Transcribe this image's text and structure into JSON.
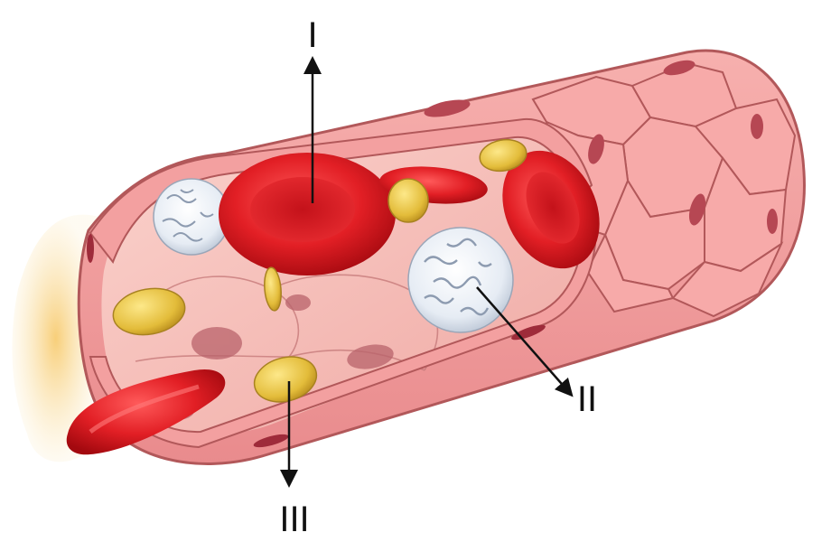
{
  "labels": {
    "label_1": "I",
    "label_2": "II",
    "label_3": "III"
  },
  "colors": {
    "vessel_wall": "#f4a7a7",
    "vessel_outline": "#b2585a",
    "vessel_inner": "#f9c6c2",
    "cell_nucleus": "#b64753",
    "red_blood_cell": "#e21f25",
    "red_blood_cell_dark": "#a3090f",
    "white_blood_cell": "#eef2f7",
    "platelet": "#e8c64a",
    "background_glow": "#f7d27e"
  }
}
